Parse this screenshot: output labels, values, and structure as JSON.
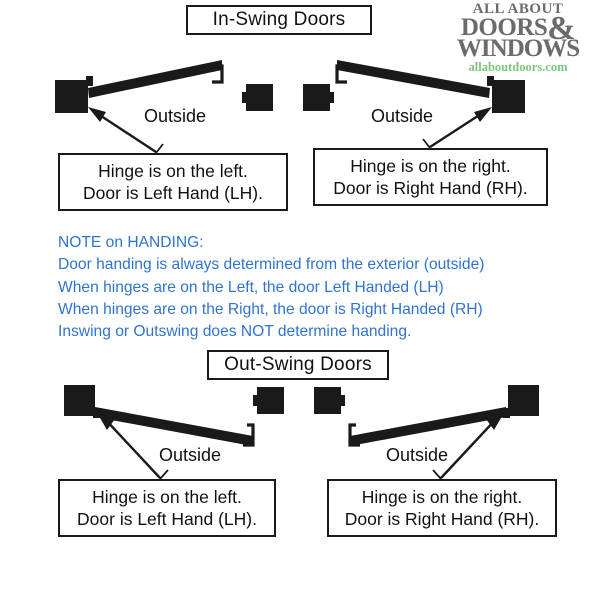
{
  "logo": {
    "line1": "ALL ABOUT",
    "line2": "DOORS",
    "ampersand": "&",
    "line3": "WINDOWS",
    "url": "allaboutdoors.com",
    "color": "#6b6b6b",
    "url_color": "#7bc67b"
  },
  "sections": {
    "inswing": {
      "title": "In-Swing Doors",
      "left": {
        "outside_label": "Outside",
        "callout_line1": "Hinge is on the left.",
        "callout_line2": "Door is Left Hand (LH)."
      },
      "right": {
        "outside_label": "Outside",
        "callout_line1": "Hinge is on the right.",
        "callout_line2": "Door is Right Hand (RH)."
      }
    },
    "outswing": {
      "title": "Out-Swing Doors",
      "left": {
        "outside_label": "Outside",
        "callout_line1": "Hinge is on the left.",
        "callout_line2": "Door is Left Hand (LH)."
      },
      "right": {
        "outside_label": "Outside",
        "callout_line1": "Hinge is on the right.",
        "callout_line2": "Door is Right Hand (RH)."
      }
    }
  },
  "note": {
    "heading": "NOTE on HANDING:",
    "line1": "Door handing is always determined from the exterior (outside)",
    "line2": "When hinges are on the Left, the door Left Handed (LH)",
    "line3": "When hinges are on the Right, the door is Right Handed (RH)",
    "line4": "Inswing or Outswing does NOT determine handing.",
    "color": "#2e74d0"
  },
  "colors": {
    "door_black": "#1a1a1a",
    "outline": "#1a1a1a",
    "background": "#ffffff"
  }
}
